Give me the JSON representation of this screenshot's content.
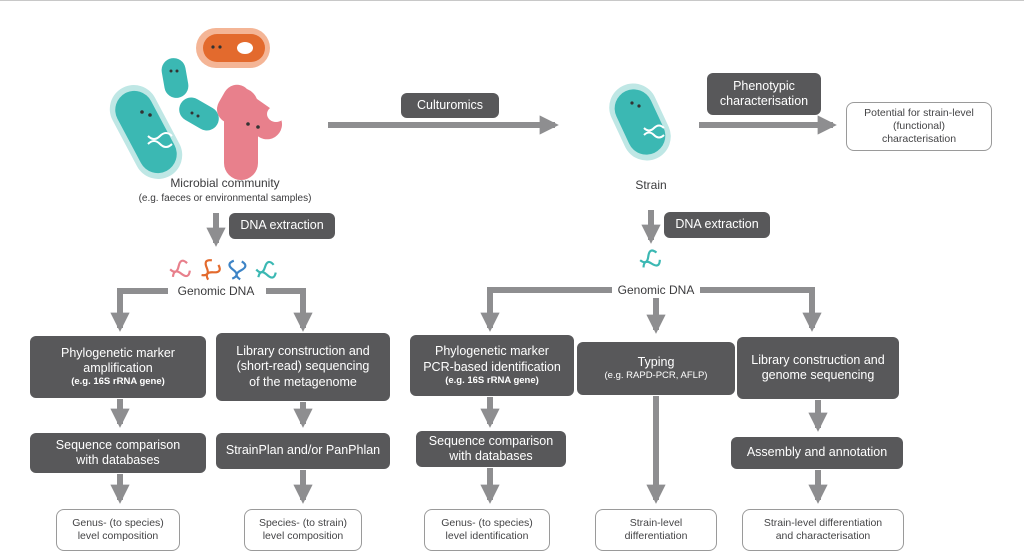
{
  "colors": {
    "box_dark": "#58585a",
    "arrow": "#8e8e90",
    "teal": "#3bb8b3",
    "pink": "#e8808c",
    "orange": "#e36a2d",
    "blue": "#3d84c6"
  },
  "left": {
    "community_label": "Microbial community",
    "community_sub": "(e.g. faeces or environmental samples)",
    "dna_extraction": "DNA extraction",
    "genomic_dna": "Genomic DNA",
    "branch_a": {
      "step1_line1": "Phylogenetic marker",
      "step1_line2": "amplification",
      "step1_note": "(e.g. 16S rRNA gene)",
      "step2_line1": "Sequence comparison",
      "step2_line2": "with databases",
      "result_line1": "Genus- (to species)",
      "result_line2": "level composition"
    },
    "branch_b": {
      "step1_line1": "Library construction and",
      "step1_line2": "(short-read) sequencing",
      "step1_line3": "of the metagenome",
      "step2": "StrainPlan and/or PanPhlan",
      "result_line1": "Species- (to strain)",
      "result_line2": "level composition"
    }
  },
  "middle": {
    "culturomics": "Culturomics"
  },
  "right": {
    "strain_label": "Strain",
    "phenotypic_line1": "Phenotypic",
    "phenotypic_line2": "characterisation",
    "potential_line1": "Potential for strain-level",
    "potential_line2": "(functional)",
    "potential_line3": "characterisation",
    "dna_extraction": "DNA extraction",
    "genomic_dna": "Genomic DNA",
    "branch_c": {
      "step1_line1": "Phylogenetic marker",
      "step1_line2": "PCR-based identification",
      "step1_note": "(e.g. 16S rRNA gene)",
      "step2_line1": "Sequence comparison",
      "step2_line2": "with databases",
      "result_line1": "Genus- (to species)",
      "result_line2": "level identification"
    },
    "branch_d": {
      "step1_line1": "Typing",
      "step1_note": "(e.g. RAPD-PCR, AFLP)",
      "result_line1": "Strain-level",
      "result_line2": "differentiation"
    },
    "branch_e": {
      "step1_line1": "Library construction and",
      "step1_line2": "genome sequencing",
      "step2": "Assembly and annotation",
      "result_line1": "Strain-level differentiation",
      "result_line2": "and characterisation"
    }
  }
}
